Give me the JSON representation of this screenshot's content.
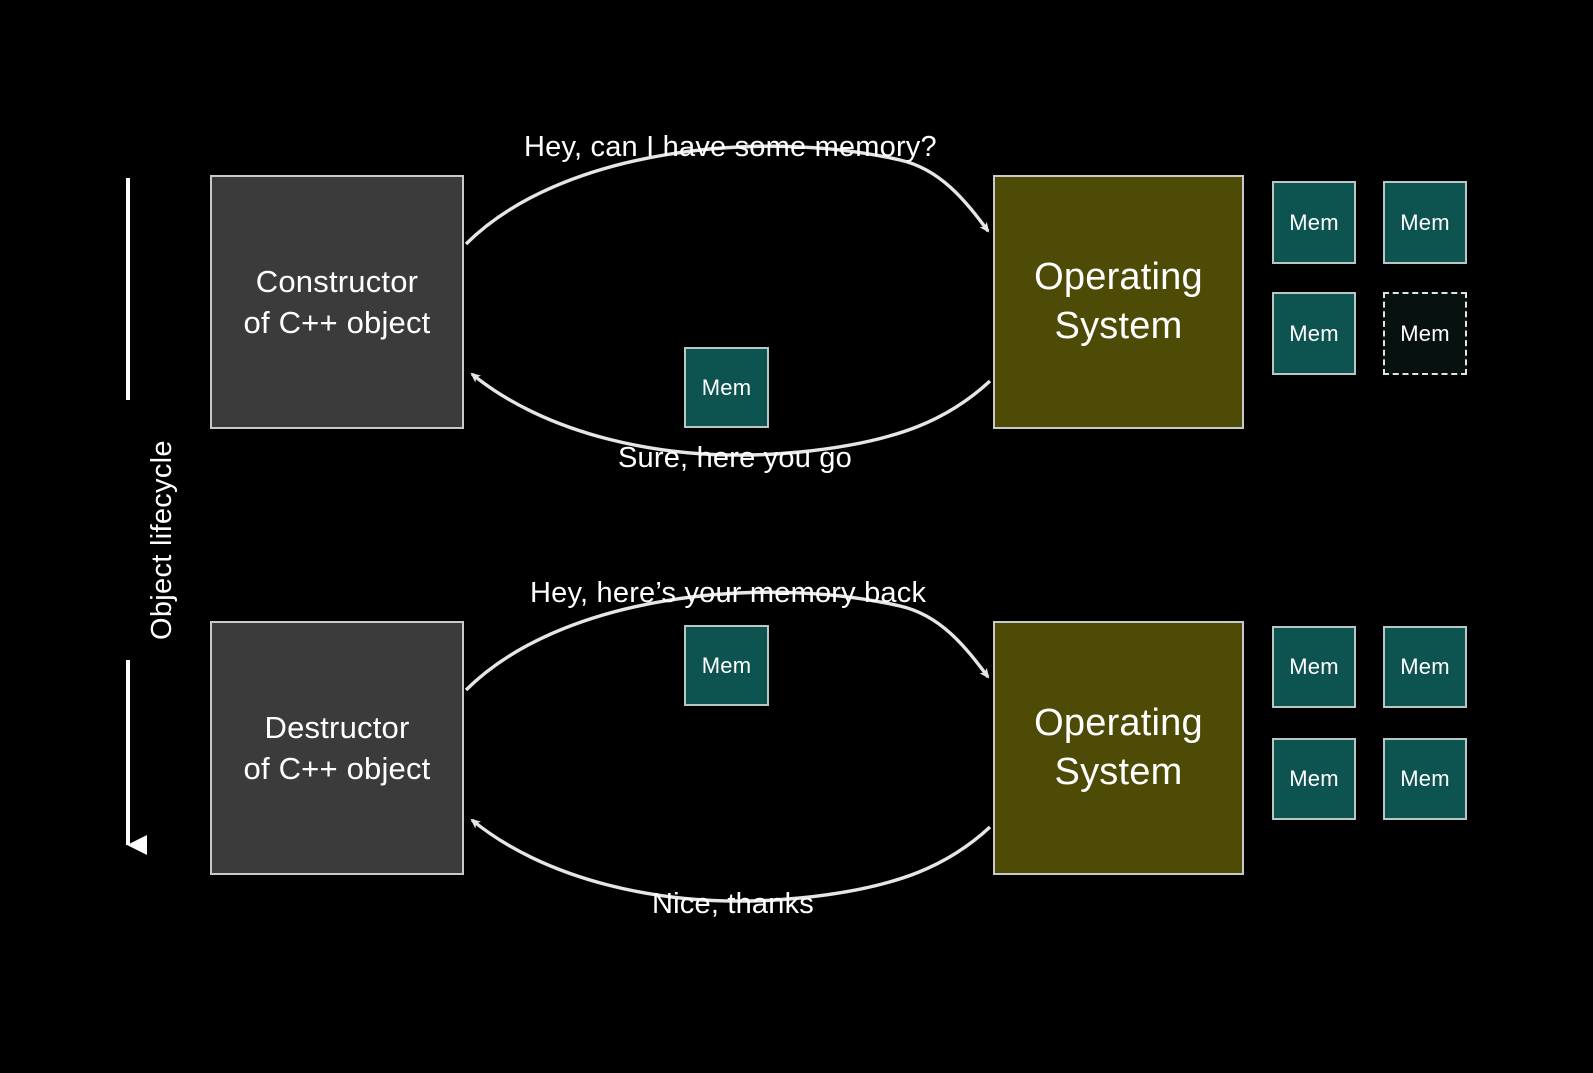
{
  "diagram": {
    "title": "Object lifecycle memory allocation diagram",
    "background_color": "#000000",
    "axis": {
      "label": "Object lifecycle",
      "direction": "downward",
      "color": "#ffffff"
    },
    "colors": {
      "background": "#000000",
      "actor_fill": "#3b3b3b",
      "actor_border": "#c9c9c9",
      "os_fill": "#4e4b06",
      "os_border": "#c9c9c9",
      "mem_fill": "#0d5350",
      "mem_border": "#b9c6c6",
      "mem_freed_fill": "#07110f",
      "mem_freed_border": "#e2e2e2",
      "text": "#ffffff",
      "arrow": "#e6e6e6"
    },
    "phases": [
      {
        "id": "construction",
        "actor": {
          "line1": "Constructor",
          "line2": "of C++ object"
        },
        "os": {
          "line1": "Operating",
          "line2": "System"
        },
        "request_caption": "Hey, can I have some memory?",
        "response_caption": "Sure, here you go",
        "transit_block": {
          "label": "Mem",
          "state": "allocated"
        },
        "memory_pool": [
          {
            "label": "Mem",
            "state": "used"
          },
          {
            "label": "Mem",
            "state": "used"
          },
          {
            "label": "Mem",
            "state": "used"
          },
          {
            "label": "Mem",
            "state": "handed-out"
          }
        ]
      },
      {
        "id": "destruction",
        "actor": {
          "line1": "Destructor",
          "line2": "of C++ object"
        },
        "os": {
          "line1": "Operating",
          "line2": "System"
        },
        "request_caption": "Hey, here’s your memory back",
        "response_caption": "Nice, thanks",
        "transit_block": {
          "label": "Mem",
          "state": "returning"
        },
        "memory_pool": [
          {
            "label": "Mem",
            "state": "used"
          },
          {
            "label": "Mem",
            "state": "used"
          },
          {
            "label": "Mem",
            "state": "used"
          },
          {
            "label": "Mem",
            "state": "used"
          }
        ]
      }
    ]
  }
}
